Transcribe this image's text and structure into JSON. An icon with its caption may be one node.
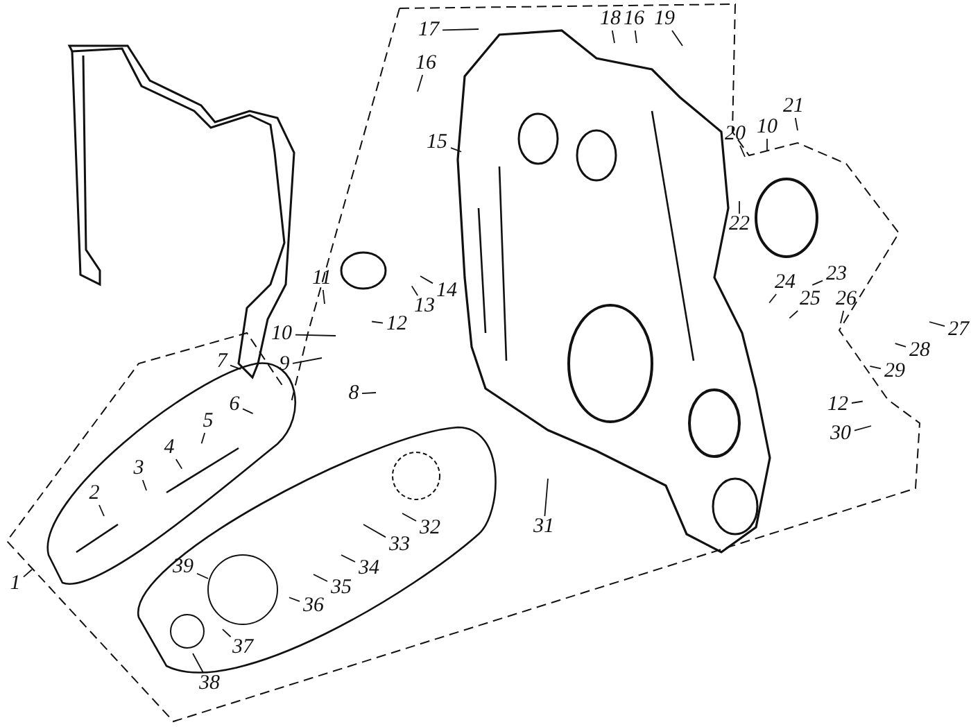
{
  "diagram": {
    "nodes": [
      {
        "text": [
          "17"
        ]
      },
      {
        "text": [
          "18"
        ]
      },
      {
        "text": [
          "16"
        ]
      },
      {
        "text": [
          "19"
        ]
      },
      {
        "text": [
          "16"
        ]
      },
      {
        "text": [
          "21"
        ]
      },
      {
        "text": [
          "20"
        ]
      },
      {
        "text": [
          "10"
        ]
      },
      {
        "text": [
          "15"
        ]
      },
      {
        "text": [
          "22"
        ]
      },
      {
        "text": [
          "11"
        ]
      },
      {
        "text": [
          "14"
        ]
      },
      {
        "text": [
          "23"
        ]
      },
      {
        "text": [
          "13"
        ]
      },
      {
        "text": [
          "24"
        ]
      },
      {
        "text": [
          "25"
        ]
      },
      {
        "text": [
          "26"
        ]
      },
      {
        "text": [
          "12"
        ]
      },
      {
        "text": [
          "10"
        ]
      },
      {
        "text": [
          "27"
        ]
      },
      {
        "text": [
          "9"
        ]
      },
      {
        "text": [
          "7"
        ]
      },
      {
        "text": [
          "28"
        ]
      },
      {
        "text": [
          "8"
        ]
      },
      {
        "text": [
          "29"
        ]
      },
      {
        "text": [
          "6"
        ]
      },
      {
        "text": [
          "5"
        ]
      },
      {
        "text": [
          "12"
        ]
      },
      {
        "text": [
          "30"
        ]
      },
      {
        "text": [
          "4"
        ]
      },
      {
        "text": [
          "3"
        ]
      },
      {
        "text": [
          "2"
        ]
      },
      {
        "text": [
          "31"
        ]
      },
      {
        "text": [
          "32"
        ]
      },
      {
        "text": [
          "33"
        ]
      },
      {
        "text": [
          "1"
        ]
      },
      {
        "text": [
          "39"
        ]
      },
      {
        "text": [
          "34"
        ]
      },
      {
        "text": [
          "35"
        ]
      },
      {
        "text": [
          "36"
        ]
      },
      {
        "text": [
          "37"
        ]
      },
      {
        "text": [
          "38"
        ]
      }
    ],
    "edges": [
      {
        "from": 0,
        "to": null,
        "arrow": "none"
      },
      {
        "from": 1,
        "to": null,
        "arrow": "none"
      },
      {
        "from": 2,
        "to": null,
        "arrow": "none"
      },
      {
        "from": 3,
        "to": null,
        "arrow": "none"
      },
      {
        "from": 4,
        "to": null,
        "arrow": "none"
      },
      {
        "from": 5,
        "to": null,
        "arrow": "none"
      },
      {
        "from": 6,
        "to": null,
        "arrow": "none"
      },
      {
        "from": 7,
        "to": null,
        "arrow": "none"
      },
      {
        "from": 8,
        "to": null,
        "arrow": "none"
      },
      {
        "from": 9,
        "to": null,
        "arrow": "none"
      },
      {
        "from": 10,
        "to": null,
        "arrow": "none"
      },
      {
        "from": 11,
        "to": null,
        "arrow": "none"
      },
      {
        "from": 12,
        "to": null,
        "arrow": "none"
      },
      {
        "from": 13,
        "to": null,
        "arrow": "none"
      },
      {
        "from": 14,
        "to": null,
        "arrow": "none"
      },
      {
        "from": 15,
        "to": null,
        "arrow": "none"
      },
      {
        "from": 16,
        "to": null,
        "arrow": "none"
      },
      {
        "from": 17,
        "to": null,
        "arrow": "none"
      },
      {
        "from": 18,
        "to": null,
        "arrow": "none"
      },
      {
        "from": 19,
        "to": null,
        "arrow": "none"
      },
      {
        "from": 20,
        "to": null,
        "arrow": "none"
      },
      {
        "from": 21,
        "to": null,
        "arrow": "none"
      },
      {
        "from": 22,
        "to": null,
        "arrow": "none"
      },
      {
        "from": 23,
        "to": null,
        "arrow": "none"
      },
      {
        "from": 24,
        "to": null,
        "arrow": "none"
      },
      {
        "from": 25,
        "to": null,
        "arrow": "none"
      },
      {
        "from": 26,
        "to": null,
        "arrow": "none"
      },
      {
        "from": 27,
        "to": null,
        "arrow": "none"
      },
      {
        "from": 28,
        "to": null,
        "arrow": "none"
      },
      {
        "from": 29,
        "to": null,
        "arrow": "none"
      },
      {
        "from": 30,
        "to": null,
        "arrow": "none"
      },
      {
        "from": 31,
        "to": null,
        "arrow": "none"
      },
      {
        "from": 32,
        "to": null,
        "arrow": "none"
      },
      {
        "from": 33,
        "to": null,
        "arrow": "none"
      },
      {
        "from": 34,
        "to": null,
        "arrow": "none"
      },
      {
        "from": 35,
        "to": null,
        "arrow": "none"
      },
      {
        "from": 36,
        "to": null,
        "arrow": "none"
      },
      {
        "from": 37,
        "to": null,
        "arrow": "none"
      },
      {
        "from": 38,
        "to": null,
        "arrow": "none"
      },
      {
        "from": 39,
        "to": null,
        "arrow": "none"
      },
      {
        "from": 40,
        "to": null,
        "arrow": "none"
      },
      {
        "from": 41,
        "to": null,
        "arrow": "none"
      }
    ]
  }
}
